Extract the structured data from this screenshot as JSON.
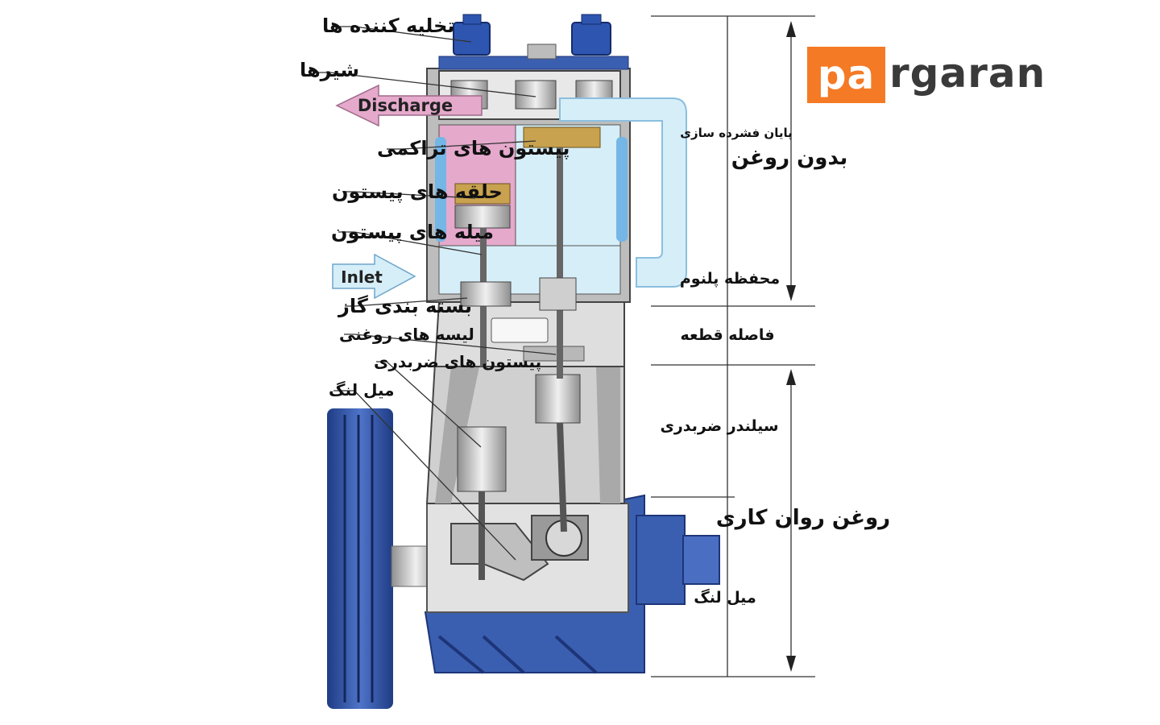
{
  "logo": {
    "part1": "pa",
    "part2": "rgaran",
    "accent": "#f47a26"
  },
  "left_labels": [
    "تخلیه کننده ها",
    "شیرها",
    "پیستون های تراکمی",
    "حلقه های پیستون",
    "میله های پیستون",
    "بسته بندی گاز",
    "لیسه های روغنی",
    "پیستون های ضربدری",
    "میل لنگ"
  ],
  "arrows": {
    "discharge": "Discharge",
    "inlet": "Inlet"
  },
  "right_labels": {
    "compression_end": "پایان فشرده سازی",
    "oil_free": "بدون روغن",
    "plenum": "محفظه پلنوم",
    "distance_piece": "فاصله قطعه",
    "crosshead_cylinder": "سیلندر ضربدری",
    "lubricated": "روغن روان کاری",
    "crankshaft": "میل لنگ"
  },
  "colors": {
    "blue_frame": "#3b5fb0",
    "cylinder_fill": "#d6eef8",
    "discharge_pink": "#e5a9cc",
    "grey": "#c9c9c9"
  }
}
